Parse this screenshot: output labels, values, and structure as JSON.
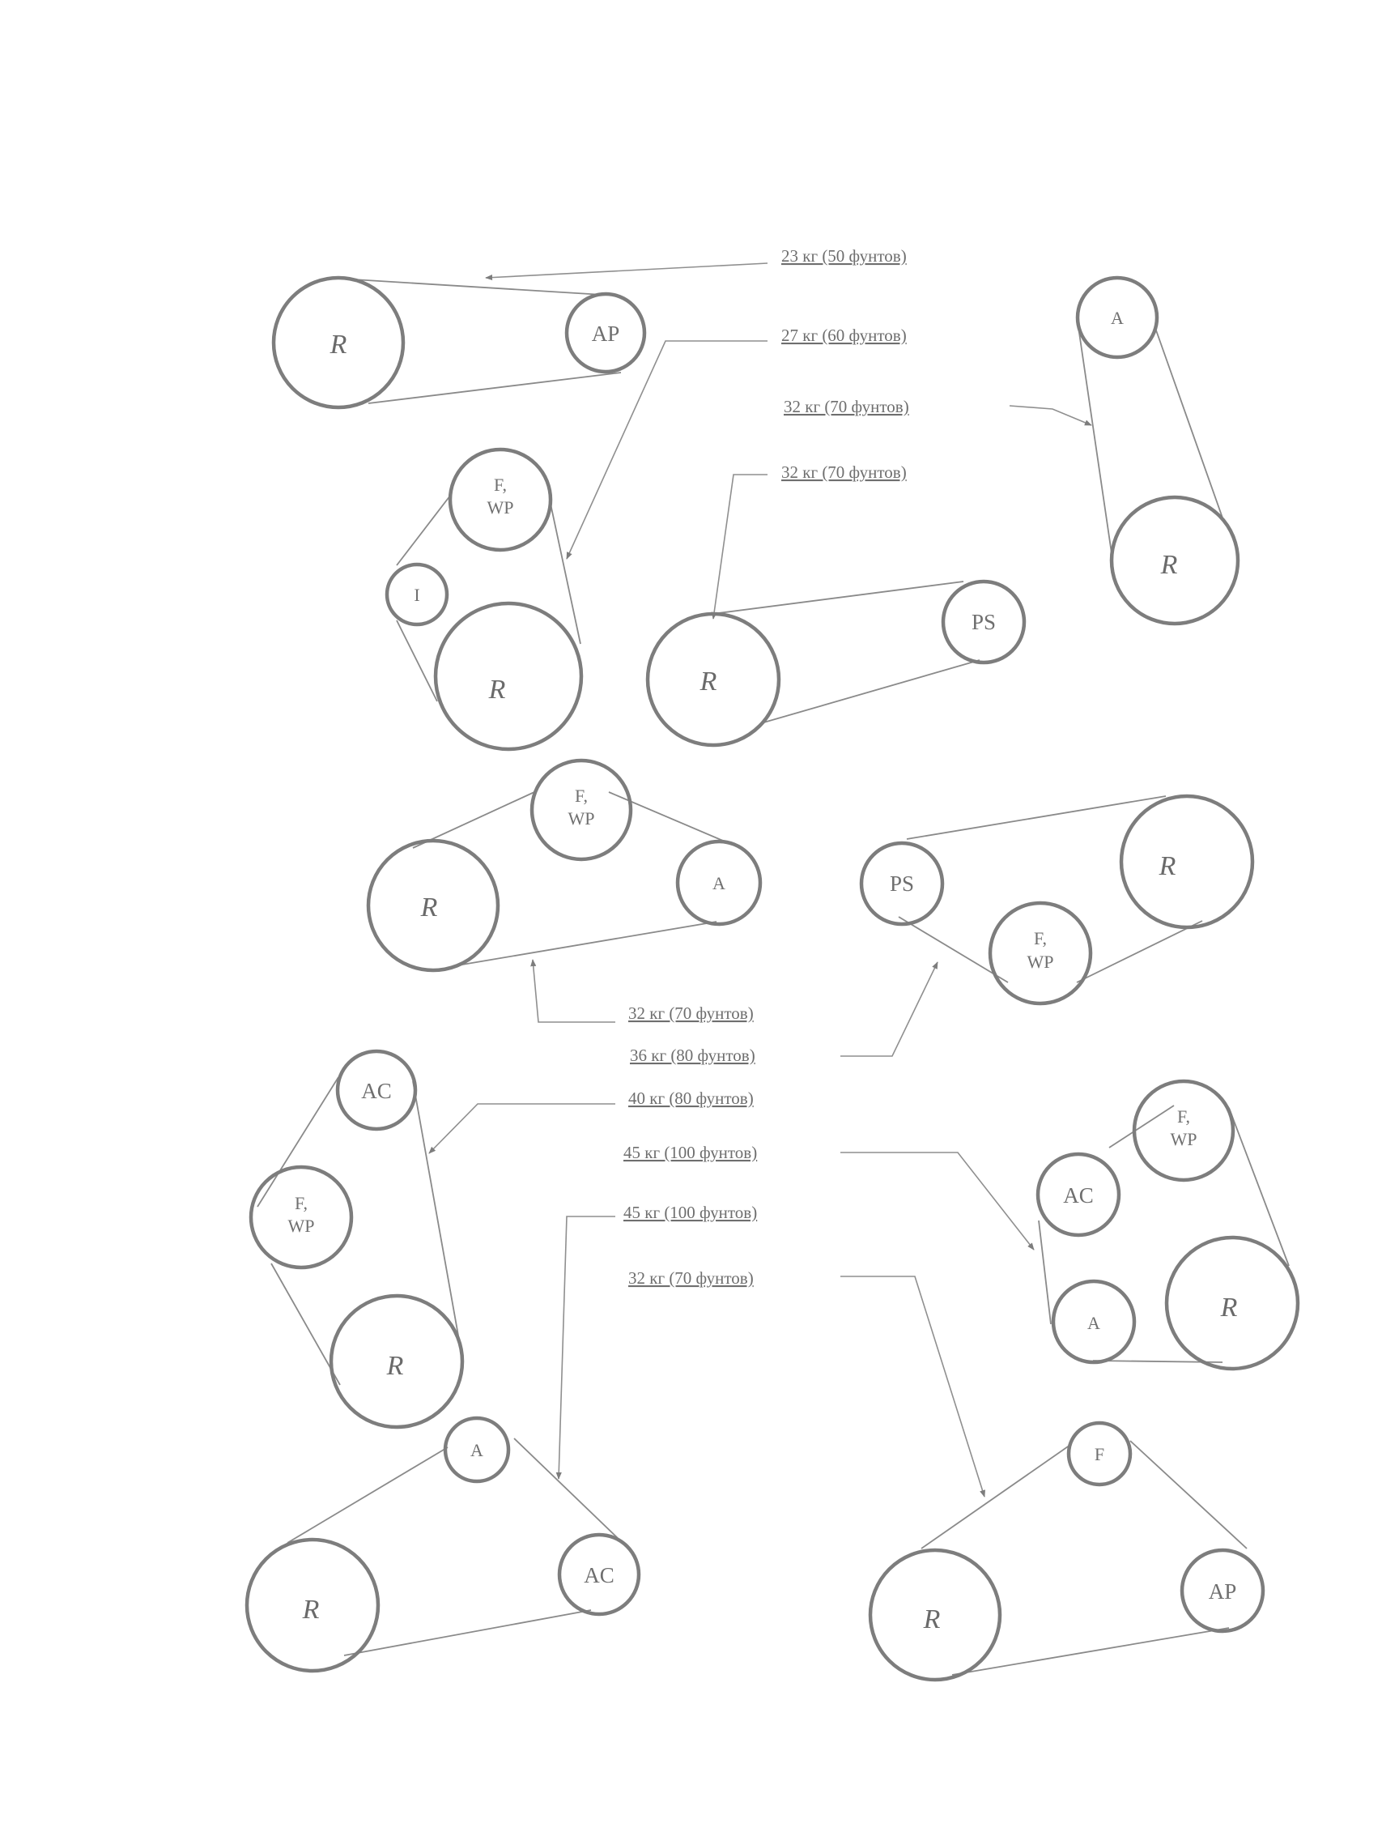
{
  "tension_labels": [
    "23 кг (50 фунтов)",
    "27 кг (60 фунтов)",
    "32 кг (70 фунтов)",
    "32 кг (70 фунтов)",
    "32 кг (70 фунтов)",
    "36 кг (80 фунтов)",
    "40 кг (80 фунтов)",
    "45 кг (100 фунтов)",
    "45 кг (100 фунтов)",
    "32 кг (70 фунтов)"
  ],
  "pulley_labels": {
    "r": "R",
    "ap": "AP",
    "a": "A",
    "ps": "PS",
    "ac": "AC",
    "i": "I",
    "f": "F",
    "f_line1": "F,",
    "f_line2": "WP"
  },
  "colors": {
    "line": "#7d7d7d",
    "text": "#6e6e6e",
    "background": "#ffffff"
  }
}
